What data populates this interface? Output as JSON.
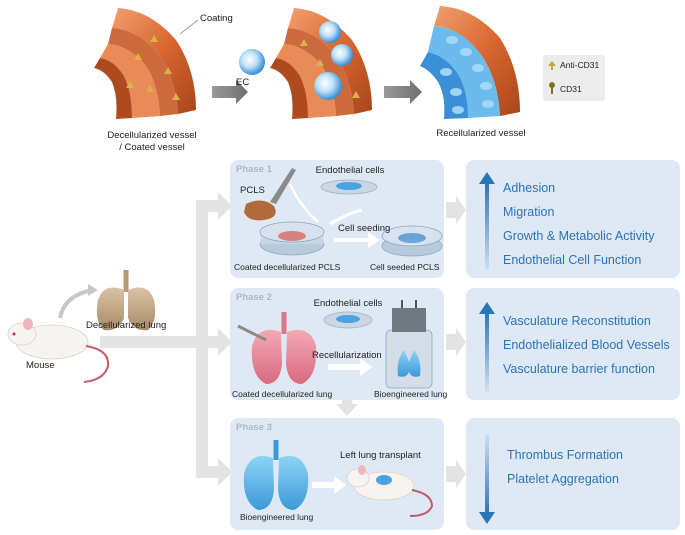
{
  "top": {
    "coating_label": "Coating",
    "ec_label": "EC",
    "vessel1_line1": "Decellularized vessel",
    "vessel1_line2": "/ Coated vessel",
    "vessel3_label": "Recellularized vessel",
    "legend": [
      {
        "label": "Anti-CD31",
        "icon": "anti-cd31-icon"
      },
      {
        "label": "CD31",
        "icon": "cd31-icon"
      }
    ]
  },
  "left": {
    "mouse_label": "Mouse",
    "decell_lung_label": "Decellularized lung"
  },
  "phase1": {
    "title": "Phase 1",
    "pcls": "PCLS",
    "endothelial_cells": "Endothelial cells",
    "cell_seeding": "Cell seeding",
    "coated_pcls": "Coated decellularized PCLS",
    "cell_seeded_pcls": "Cell seeded PCLS"
  },
  "phase2": {
    "title": "Phase 2",
    "endothelial_cells": "Endothelial cells",
    "recellularization": "Recellularization",
    "coated_lung": "Coated decellularized lung",
    "bioengineered_lung": "Bioengineered lung"
  },
  "phase3": {
    "title": "Phase 3",
    "left_lung_transplant": "Left lung transplant",
    "bioengineered_lung": "Bioengineered lung"
  },
  "outcomes": {
    "box1": [
      "Adhesion",
      "Migration",
      "Growth & Metabolic Activity",
      "Endothelial Cell Function"
    ],
    "box2": [
      "Vasculature Reconstitution",
      "Endothelialized Blood Vessels",
      "Vasculature barrier function"
    ],
    "box3": [
      "Thrombus Formation",
      "Platelet Aggregation"
    ],
    "box1_trend": "up",
    "box2_trend": "up",
    "box3_trend": "down"
  },
  "colors": {
    "vessel": "#d9672f",
    "panel": "#dfe9f5",
    "outcome_text": "#2a74b8",
    "cell_blue": "#4aa3e0"
  }
}
